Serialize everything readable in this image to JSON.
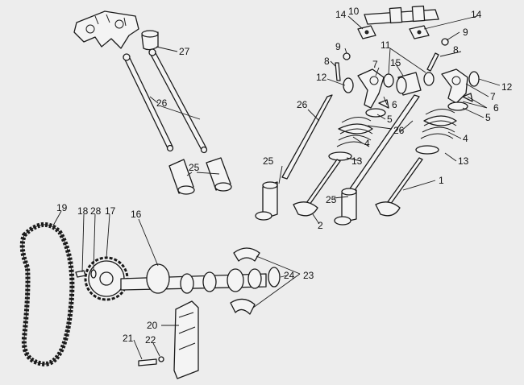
{
  "callouts": {
    "c1": "1",
    "c2": "2",
    "c4a": "4",
    "c4b": "4",
    "c5a": "5",
    "c5b": "5",
    "c6a": "6",
    "c6b": "6",
    "c7a": "7",
    "c7b": "7",
    "c8a": "8",
    "c8b": "8",
    "c9a": "9",
    "c9b": "9",
    "c10": "10",
    "c11": "11",
    "c12a": "12",
    "c12b": "12",
    "c13a": "13",
    "c13b": "13",
    "c14a": "14",
    "c14b": "14",
    "c15": "15",
    "c16": "16",
    "c17": "17",
    "c18": "18",
    "c19": "19",
    "c20": "20",
    "c21": "21",
    "c22": "22",
    "c23": "23",
    "c24": "24",
    "c25a": "25",
    "c25b": "25",
    "c25c": "25",
    "c26a": "26",
    "c26b": "26",
    "c26c": "26",
    "c27": "27",
    "c28": "28"
  }
}
